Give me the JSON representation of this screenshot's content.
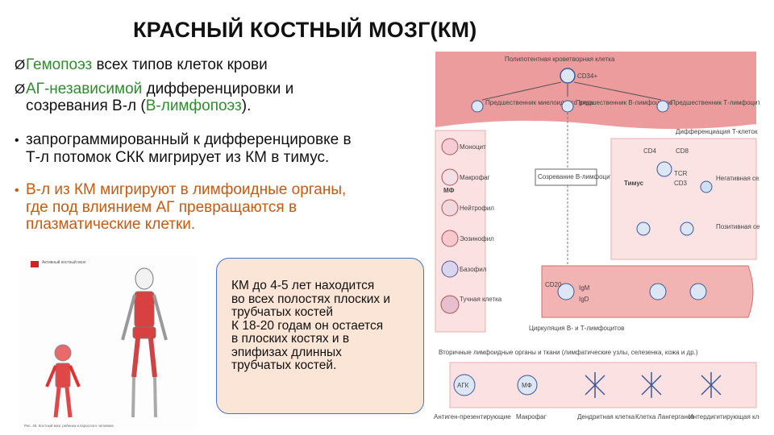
{
  "title": "КРАСНЫЙ КОСТНЫЙ МОЗГ(КМ)",
  "bullets": {
    "b1": {
      "arrow": "Ø",
      "part1": "Гемопоэз",
      "part2": "всех типов клеток крови"
    },
    "b2": {
      "arrow": "Ø",
      "part1": "АГ-независимой",
      "part2": "дифференцировки и",
      "line2a": "созревания В-л (",
      "line2b": "В-лимфопоэз",
      "line2c": ")."
    },
    "b3": {
      "bullet": "•",
      "line1": "запрограммированный к дифференцировке в",
      "line2": "Т-л потомок СКК мигрирует из КМ в тимус."
    },
    "b4": {
      "bullet": "•",
      "line1": "В-л из КМ  мигрируют в лимфоидные органы,",
      "line2": "где под влиянием АГ превращаются в",
      "line3": "плазматические клетки."
    }
  },
  "infobox": {
    "lines": [
      "КМ до 4-5 лет находится",
      "во всех полостях плоских и",
      "трубчатых   костей",
      "К 18-20 годам он остается",
      "в плоских  костях и в",
      "эпифизах длинных",
      "трубчатых костей."
    ]
  },
  "figure_skeleton": {
    "legend": "Активный костный мозг",
    "caption": "Рис. 46. Костный мозг ребенка и взрослого человека"
  },
  "diagram": {
    "top_label": "Полипотентная кроветворная клетка",
    "cd34": "CD34+",
    "prec_myeloid": "Предшественник миелоидного ряда",
    "prec_b": "Предшественник В-лимфоцитов",
    "prec_t": "Предшественник Т-лимфоцитов",
    "diff_t": "Дифференциация Т-клеток",
    "myeloid": [
      "Моноцит",
      "Макрофаг",
      "Нейтрофил",
      "Эозинофил",
      "Базофил",
      "Тучная клетка"
    ],
    "mf": "МФ",
    "b_maturation": "Созревание В-лимфоцитов",
    "thymus": "Тимус",
    "cd4": "CD4",
    "cd8": "CD8",
    "tcr": "TCR",
    "cd3": "CD3",
    "neg_sel": "Негативная селекция (апоптоз)",
    "pos_sel": "Позитивная селекция",
    "cd20": "CD20",
    "igm": "IgM",
    "igd": "IgD",
    "circ": "Циркуляция В- и Т-лимфоцитов",
    "secondary": "Вторичные лимфоидные органы и ткани (лимфатические узлы, селезенка, кожа и др.)",
    "agk": "АГК",
    "agk_label": "Антиген-презентирующие",
    "macrophage": "Макрофаг",
    "dendritic": "Дендритная клетка",
    "langerhans": "Клетка Лангерганса",
    "interdig": "Интердигитирующая клетка"
  },
  "colors": {
    "accent_orange": "#c55a11",
    "accent_green": "#2e8b2e",
    "box_fill": "#fbe5d6",
    "box_border": "#4472c4",
    "vessel_red": "#e8a3a3"
  }
}
